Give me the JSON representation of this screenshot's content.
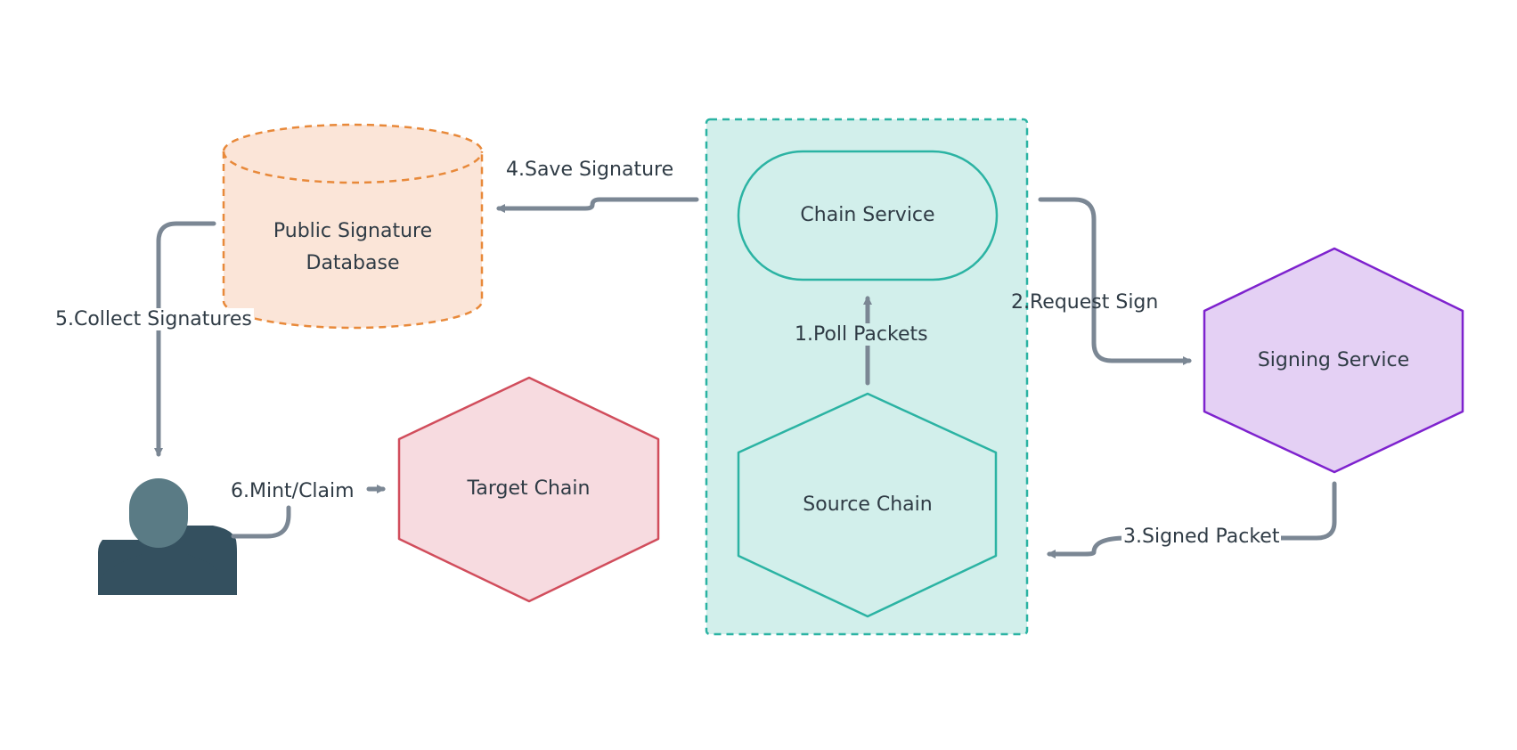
{
  "nodes": {
    "database": "Public Signature\nDatabase",
    "chain_service": "Chain Service",
    "source_chain": "Source Chain",
    "signing_service": "Signing Service",
    "target_chain": "Target Chain"
  },
  "edges": {
    "poll_packets": "1.Poll Packets",
    "request_sign": "2.Request Sign",
    "signed_packet": "3.Signed Packet",
    "save_signature": "4.Save Signature",
    "collect_signatures": "5.Collect Signatures",
    "mint_claim": "6.Mint/Claim"
  },
  "icons": {
    "user": "user-icon"
  },
  "colors": {
    "teal": "#2bb3a3",
    "teal_fill": "#d2efeb",
    "orange": "#e8893a",
    "orange_fill": "#fbe5d8",
    "purple": "#7e22ce",
    "purple_fill": "#e4d0f4",
    "red": "#d14d5c",
    "red_fill": "#f7dbe0",
    "arrow": "#7b8794",
    "user_head": "#5a7b85",
    "user_body": "#34505f"
  }
}
